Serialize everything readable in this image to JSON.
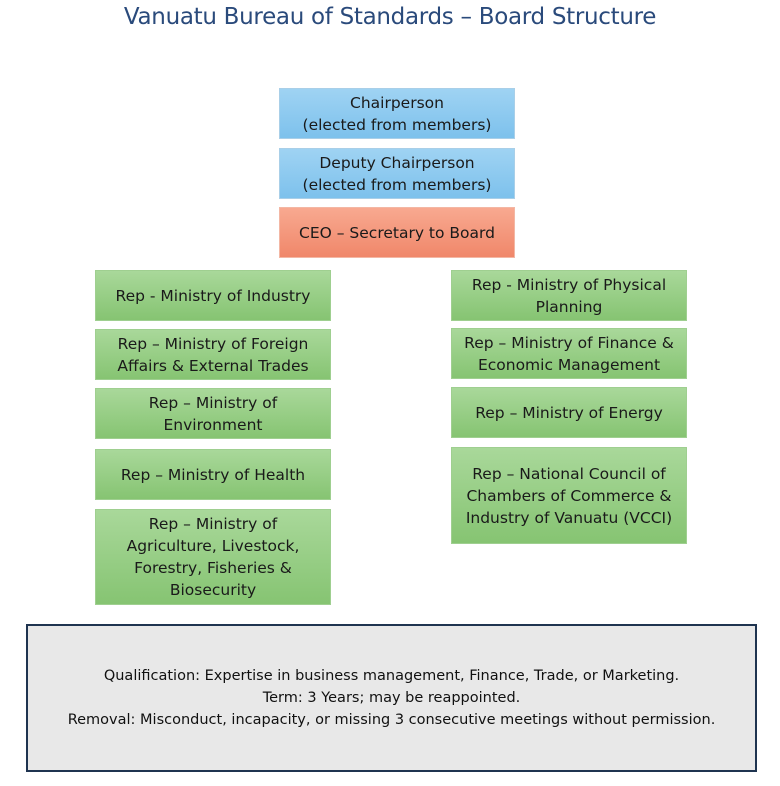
{
  "title": "Vanuatu Bureau of Standards – Board Structure",
  "leadership": {
    "chair": [
      "Chairperson",
      "(elected from members)"
    ],
    "deputy": [
      "Deputy Chairperson",
      "(elected from members)"
    ],
    "ceo": [
      "CEO – Secretary to Board"
    ]
  },
  "left_reps": [
    [
      "Rep - Ministry of Industry"
    ],
    [
      "Rep – Ministry of Foreign",
      "Affairs & External Trades"
    ],
    [
      "Rep – Ministry of",
      "Environment"
    ],
    [
      "Rep – Ministry of Health"
    ],
    [
      "Rep – Ministry of",
      "Agriculture, Livestock,",
      "Forestry, Fisheries &",
      "Biosecurity"
    ]
  ],
  "right_reps": [
    [
      "Rep - Ministry of Physical",
      "Planning"
    ],
    [
      "Rep – Ministry of Finance &",
      "Economic Management"
    ],
    [
      "Rep – Ministry of Energy"
    ],
    [
      "Rep – National Council of",
      "Chambers of Commerce &",
      "Industry of Vanuatu (VCCI)"
    ]
  ],
  "info": {
    "qualification": "Qualification: Expertise in business management, Finance, Trade, or Marketing.",
    "term": "Term: 3 Years; may be reappointed.",
    "removal": "Removal: Misconduct, incapacity, or missing 3 consecutive meetings without permission."
  },
  "colors": {
    "title": "#2a4a7b",
    "leadership": "#8ccaef",
    "ceo": "#f4987c",
    "representative": "#97ce84",
    "info_background": "#e8e8e8",
    "info_border": "#1f3450"
  }
}
